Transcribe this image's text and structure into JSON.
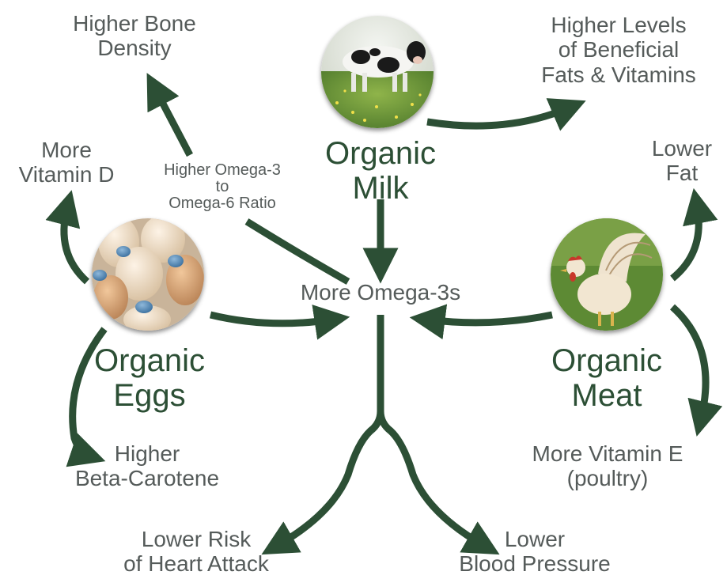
{
  "colors": {
    "arrow": "#2c4f35",
    "source_text": "#2c4f35",
    "outcome_text": "#555b5a"
  },
  "sources": {
    "milk": {
      "line1": "Organic",
      "line2": "Milk",
      "photo": "cow-photo"
    },
    "eggs": {
      "line1": "Organic",
      "line2": "Eggs",
      "photo": "eggs-photo"
    },
    "meat": {
      "line1": "Organic",
      "line2": "Meat",
      "photo": "chicken-photo"
    }
  },
  "center": {
    "label": "More Omega-3s"
  },
  "ratio": {
    "line1": "Higher Omega-3",
    "line2": "to",
    "line3": "Omega-6 Ratio"
  },
  "outcomes": {
    "bone": {
      "line1": "Higher Bone",
      "line2": "Density"
    },
    "fats": {
      "line1": "Higher Levels",
      "line2": "of Beneficial",
      "line3": "Fats & Vitamins"
    },
    "vitd": {
      "line1": "More",
      "line2": "Vitamin D"
    },
    "lowfat": {
      "line1": "Lower",
      "line2": "Fat"
    },
    "beta": {
      "line1": "Higher",
      "line2": "Beta-Carotene"
    },
    "vite": {
      "line1": "More Vitamin E",
      "line2": "(poultry)"
    },
    "heart": {
      "line1": "Lower Risk",
      "line2": "of Heart Attack"
    },
    "bp": {
      "line1": "Lower",
      "line2": "Blood Pressure"
    }
  }
}
